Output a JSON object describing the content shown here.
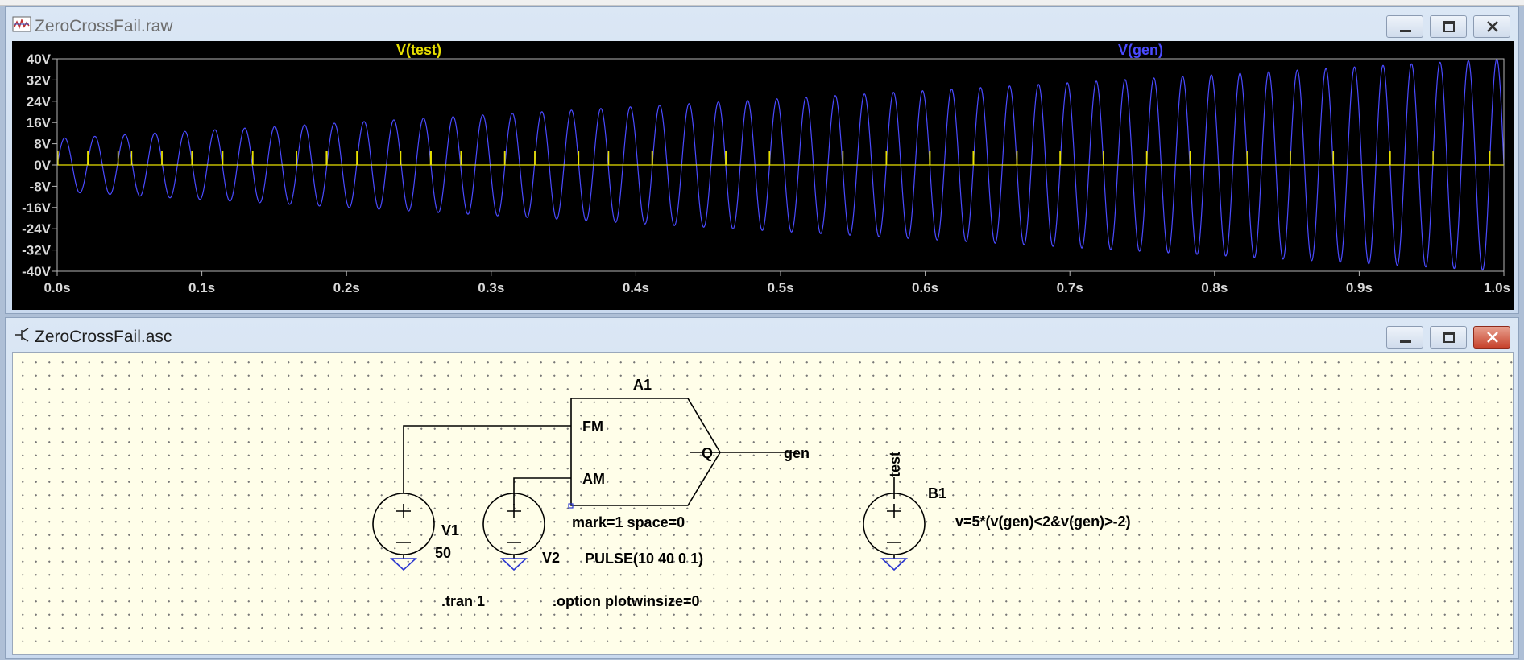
{
  "waveform_window": {
    "title": "ZeroCrossFail.raw",
    "traces": [
      {
        "name": "V(test)",
        "color": "#e8e000"
      },
      {
        "name": "V(gen)",
        "color": "#4a4aff"
      }
    ],
    "y_ticks": [
      "40V",
      "32V",
      "24V",
      "16V",
      "8V",
      "0V",
      "-8V",
      "-16V",
      "-24V",
      "-32V",
      "-40V"
    ],
    "x_ticks": [
      "0.0s",
      "0.1s",
      "0.2s",
      "0.3s",
      "0.4s",
      "0.5s",
      "0.6s",
      "0.7s",
      "0.8s",
      "0.9s",
      "1.0s"
    ]
  },
  "chart_data": {
    "type": "line",
    "title": "",
    "xlabel": "",
    "ylabel": "",
    "xlim": [
      0,
      1.0
    ],
    "ylim": [
      -40,
      40
    ],
    "grid": false,
    "legend": "top",
    "series": [
      {
        "name": "V(gen)",
        "description_values": {
          "amplitude_start": 10,
          "amplitude_end": 40,
          "freq_start_hz": 48,
          "freq_end_hz": 51
        }
      },
      {
        "name": "V(test)",
        "pulse_high": 5,
        "pulse_low": 0
      }
    ]
  },
  "schematic_window": {
    "title": "ZeroCrossFail.asc",
    "labels": {
      "a1": "A1",
      "fm": "FM",
      "am": "AM",
      "q": "Q",
      "gen": "gen",
      "mark": "mark=1 space=0",
      "v1": "V1",
      "v1_value": "50",
      "v2": "V2",
      "pulse": "PULSE(10 40 0 1)",
      "test": "test",
      "b1": "B1",
      "b1_expr": "v=5*(v(gen)<2&v(gen)>-2)",
      "tran": ".tran 1",
      "option": ".option plotwinsize=0"
    }
  }
}
